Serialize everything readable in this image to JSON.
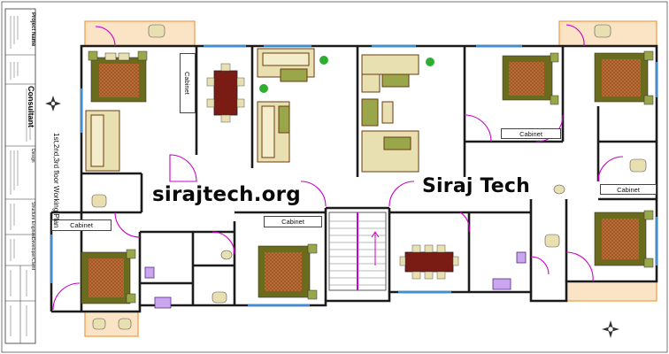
{
  "watermarks": {
    "website": "sirajtech.org",
    "brand": "Siraj Tech"
  },
  "labels": {
    "cabinet": "Cabinet"
  },
  "title_block": {
    "project_name": "Project Name",
    "consultant": "Consultant",
    "drawing_title": "1st,2nd,3rd floor Working Plan",
    "design": "Design",
    "structure_engineer": "Structure Engineer",
    "developer": "Developer/Client"
  },
  "colors": {
    "wall": "#1b1b1b",
    "bed_frame": "#6b6b1e",
    "bed_cover": "#b5642e",
    "sofa": "#e8e0b0",
    "sofa_cushion": "#9aa64a",
    "door_swing": "#cc00cc",
    "window": "#3b8fd6",
    "balcony": "#f4a64f",
    "table": "#7a1b14",
    "stair": "#cc00cc"
  }
}
